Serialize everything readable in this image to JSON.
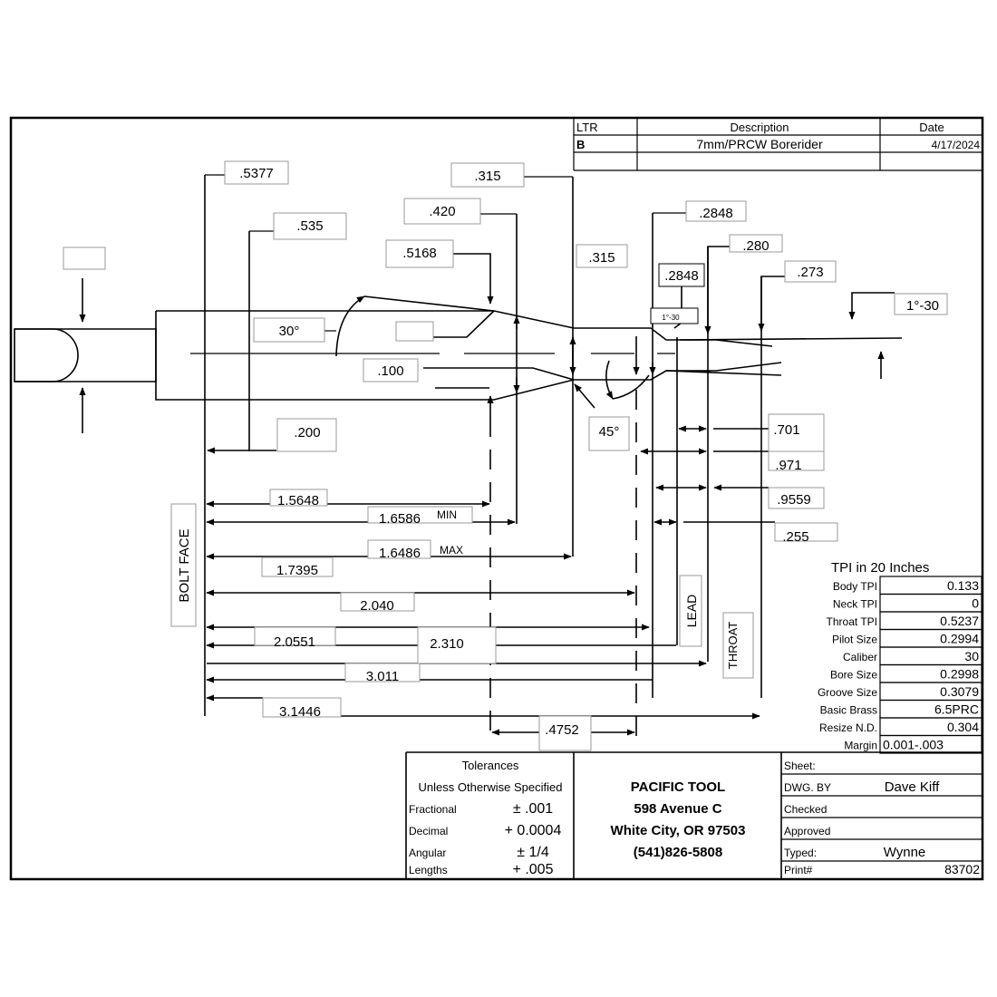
{
  "revision_block": {
    "headers": {
      "ltr": "LTR",
      "description": "Description",
      "date": "Date"
    },
    "row": {
      "ltr": "B",
      "description": "7mm/PRCW Borerider",
      "date": "4/17/2024"
    }
  },
  "dimensions": {
    "d_5377": ".5377",
    "d_535": ".535",
    "d_315_top": ".315",
    "d_420": ".420",
    "d_5168": ".5168",
    "d_315_mid": ".315",
    "d_2848_top": ".2848",
    "d_2848_box": ".2848",
    "d_280": ".280",
    "d_273": ".273",
    "d_1_30_small": "1°-30",
    "d_1_30": "1°-30",
    "d_30deg": "30°",
    "d_100": ".100",
    "d_200": ".200",
    "d_45deg": "45°",
    "d_701": ".701",
    "d_971": ".971",
    "d_9559": ".9559",
    "d_255": ".255",
    "d_15648": "1.5648",
    "d_16586": "1.6586",
    "min": "MIN",
    "d_16486": "1.6486",
    "max": "MAX",
    "d_17395": "1.7395",
    "d_2040": "2.040",
    "d_20551": "2.0551",
    "d_2310": "2.310",
    "d_3011": "3.011",
    "d_31446": "3.1446",
    "d_4752": ".4752"
  },
  "side_labels": {
    "bolt_face": "BOLT FACE",
    "lead": "LEAD",
    "throat": "THROAT"
  },
  "tpi_table": {
    "title": "TPI in 20 Inches",
    "rows": [
      {
        "label": "Body TPI",
        "value": "0.133"
      },
      {
        "label": "Neck TPI",
        "value": "0"
      },
      {
        "label": "Throat TPI",
        "value": "0.5237"
      },
      {
        "label": "Pilot Size",
        "value": "0.2994"
      },
      {
        "label": "Caliber",
        "value": "30"
      },
      {
        "label": "Bore Size",
        "value": "0.2998"
      },
      {
        "label": "Groove Size",
        "value": "0.3079"
      },
      {
        "label": "Basic Brass",
        "value": "6.5PRC"
      },
      {
        "label": "Resize N.D.",
        "value": "0.304"
      },
      {
        "label": "Margin",
        "value": "0.001-.003"
      }
    ]
  },
  "tolerances": {
    "title": "Tolerances",
    "subtitle": "Unless Otherwise Specified",
    "rows": [
      {
        "label": "Fractional",
        "value": "± .001"
      },
      {
        "label": "Decimal",
        "value": "+ 0.0004"
      },
      {
        "label": "Angular",
        "value": "± 1/4"
      },
      {
        "label": "Lengths",
        "value": "+ .005"
      }
    ]
  },
  "company": {
    "name": "PACIFIC TOOL",
    "street": "598 Avenue C",
    "city": "White City, OR 97503",
    "phone": "(541)826-5808"
  },
  "title_block": {
    "sheet_label": "Sheet:",
    "dwg_by_label": "DWG. BY",
    "dwg_by_value": "Dave Kiff",
    "checked_label": "Checked",
    "approved_label": "Approved",
    "typed_label": "Typed:",
    "typed_value": "Wynne",
    "print_label": "Print#",
    "print_value": "83702"
  }
}
